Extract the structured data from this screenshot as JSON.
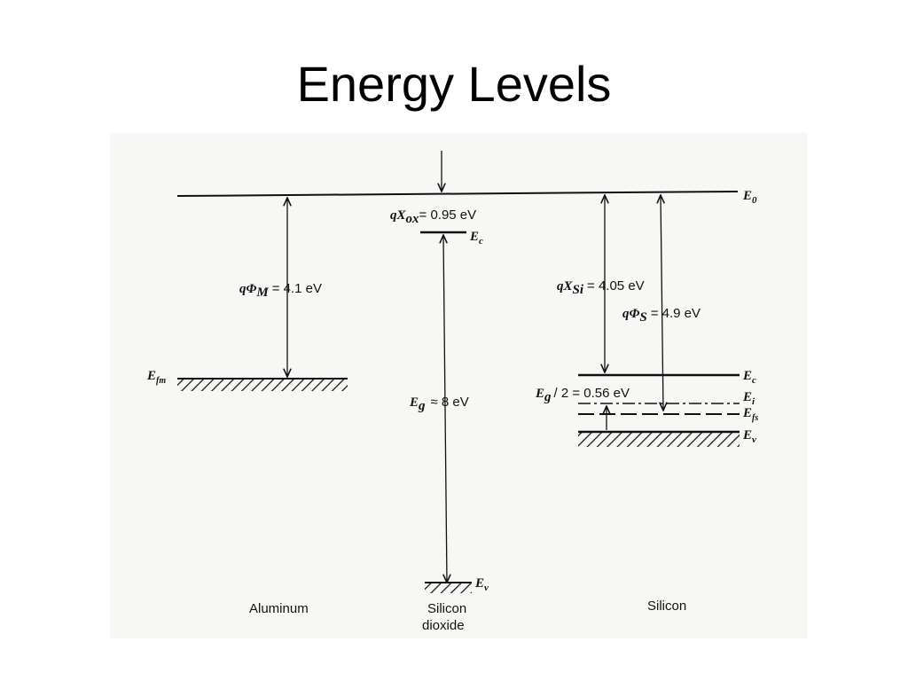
{
  "title": "Energy Levels",
  "levels": {
    "e0": "E",
    "e0_sub": "0",
    "ec": "E",
    "ec_sub": "c",
    "ev": "E",
    "ev_sub": "v",
    "efm": "E",
    "efm_sub": "fm",
    "ei": "E",
    "ei_sub": "i",
    "efs": "E",
    "efs_sub": "fs"
  },
  "quantities": {
    "chi_ox": {
      "prefix": "qX",
      "sub": "ox",
      "value": "= 0.95 eV"
    },
    "phi_m": {
      "prefix": "qΦ",
      "sub": "M",
      "value": "= 4.1 eV"
    },
    "eg_ox": {
      "prefix": "E",
      "sub": "g",
      "value": "≈ 8 eV"
    },
    "chi_si": {
      "prefix": "qX",
      "sub": "Si",
      "value": "= 4.05 eV"
    },
    "phi_s": {
      "prefix": "qΦ",
      "sub": "S",
      "value": "= 4.9 eV"
    },
    "eg_half": {
      "prefix": "E",
      "sub": "g",
      "value": "/ 2 = 0.56 eV"
    }
  },
  "materials": {
    "aluminum": "Aluminum",
    "sio2_line1": "Silicon",
    "sio2_line2": "dioxide",
    "silicon": "Silicon"
  }
}
